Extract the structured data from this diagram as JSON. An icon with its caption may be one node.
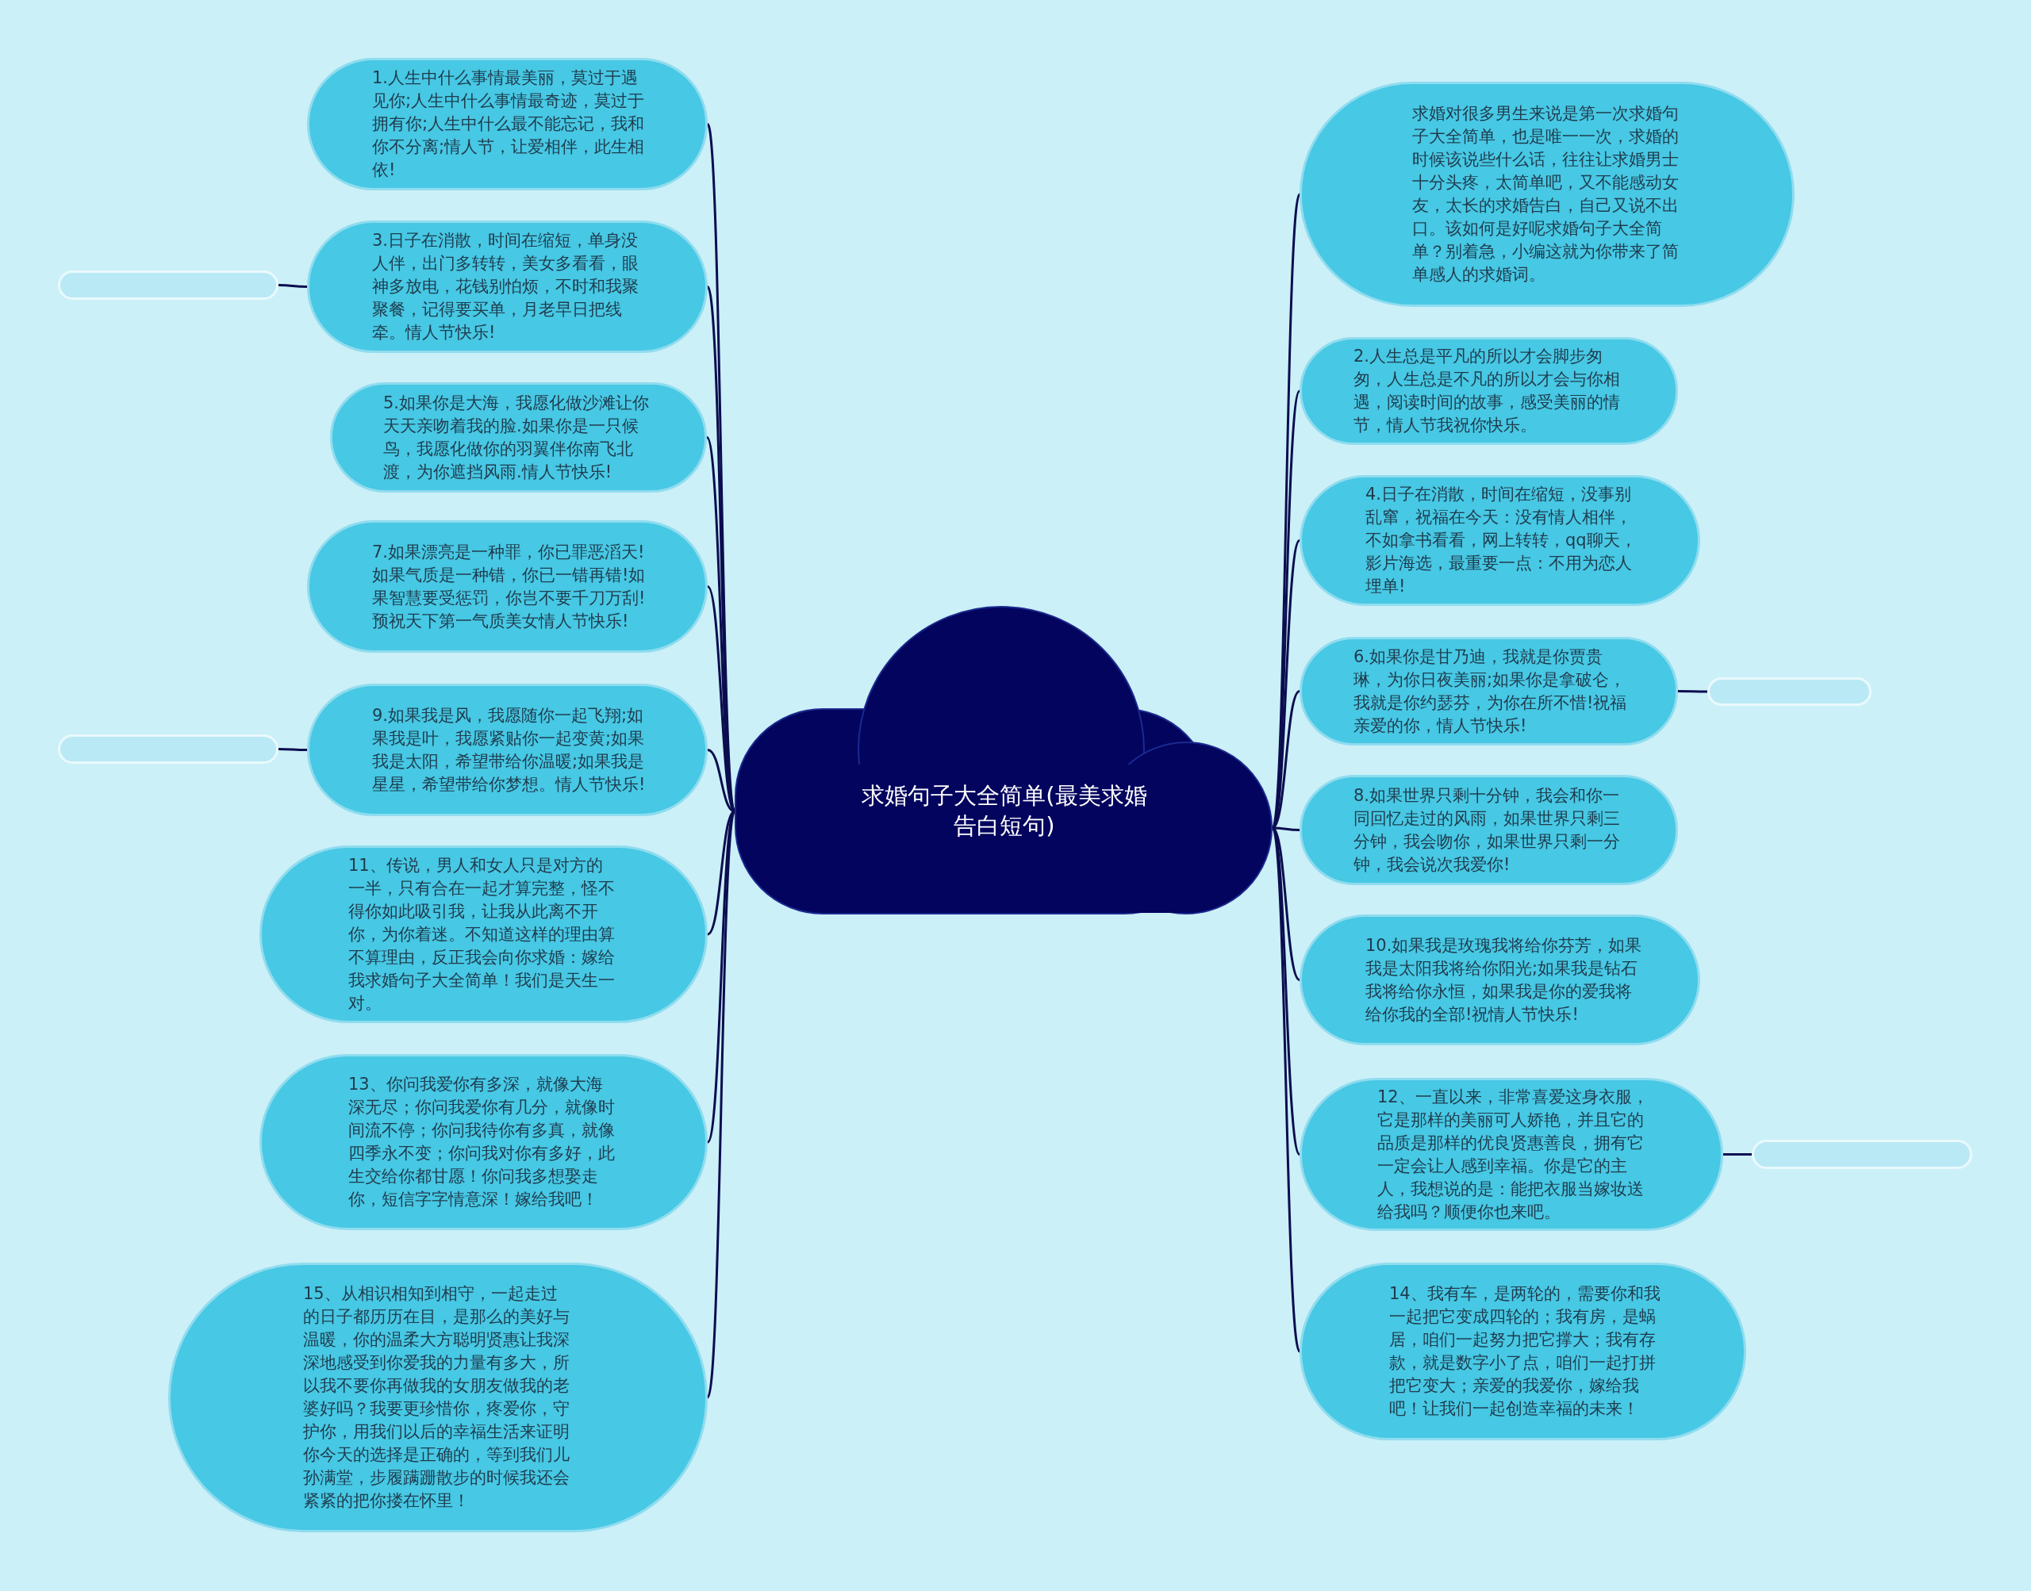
{
  "diagram": {
    "nodes": [
      {
        "text": [
          "求婚句子大全简单(最美求婚告白短句)"
        ]
      },
      {
        "text": [
          "1.人生中什么事情最美丽，莫过于遇见你;人生中什么事情最奇迹，莫过于拥有你;人生中什么最不能忘记，我和你不分离;情人节，让爱相伴，此生相依!"
        ]
      },
      {
        "text": [
          "3.日子在消散，时间在缩短，单身没人伴，出门多转转，美女多看看，眼神多放电，花钱别怕烦，不时和我聚聚餐，记得要买单，月老早日把线牵。情人节快乐!"
        ]
      },
      {
        "text": [],
        "shape": "box"
      },
      {
        "text": [
          "5.如果你是大海，我愿化做沙滩让你天天亲吻着我的脸.如果你是一只候鸟，我愿化做你的羽翼伴你南飞北渡，为你遮挡风雨.情人节快乐!"
        ]
      },
      {
        "text": [
          "7.如果漂亮是一种罪，你已罪恶滔天!如果气质是一种错，你已一错再错!如果智慧要受惩罚，你岂不要千刀万刮!预祝天下第一气质美女情人节快乐!"
        ]
      },
      {
        "text": [
          "9.如果我是风，我愿随你一起飞翔;如果我是叶，我愿紧贴你一起变黄;如果我是太阳，希望带给你温暖;如果我是星星，希望带给你梦想。情人节快乐!"
        ]
      },
      {
        "text": [],
        "shape": "box"
      },
      {
        "text": [
          "11、传说，男人和女人只是对方的一半，只有合在一起才算完整，怪不得你如此吸引我，让我从此离不开你，为你着迷。不知道这样的理由算不算理由，反正我会向你求婚：嫁给我求婚句子大全简单！我们是天生一对。"
        ]
      },
      {
        "text": [
          "13、你问我爱你有多深，就像大海深无尽；你问我爱你有几分，就像时间流不停；你问我待你有多真，就像四季永不变；你问我对你有多好，此生交给你都甘愿！你问我多想娶走你，短信字字情意深！嫁给我吧！"
        ]
      },
      {
        "text": [
          "15、从相识相知到相守，一起走过的日子都历历在目，是那么的美好与温暖，你的温柔大方聪明贤惠让我深深地感受到你爱我的力量有多大，所以我不要你再做我的女朋友做我的老婆好吗？我要更珍惜你，疼爱你，守护你，用我们以后的幸福生活来证明你今天的选择是正确的，等到我们儿孙满堂，步履蹒跚散步的时候我还会紧紧的把你搂在怀里！"
        ]
      },
      {
        "text": [
          "求婚对很多男生来说是第一次求婚句子大全简单，也是唯一一次，求婚的时候该说些什么话，往往让求婚男士十分头疼，太简单吧，又不能感动女友，太长的求婚告白，自己又说不出口。该如何是好呢求婚句子大全简单？别着急，小编这就为你带来了简单感人的求婚词。"
        ]
      },
      {
        "text": [
          "2.人生总是平凡的所以才会脚步匆匆，人生总是不凡的所以才会与你相遇，阅读时间的故事，感受美丽的情节，情人节我祝你快乐。"
        ]
      },
      {
        "text": [
          "4.日子在消散，时间在缩短，没事别乱窜，祝福在今天：没有情人相伴，不如拿书看看，网上转转，qq聊天，影片海选，最重要一点：不用为恋人埋单!"
        ]
      },
      {
        "text": [
          "6.如果你是甘乃迪，我就是你贾贵琳，为你日夜美丽;如果你是拿破仑，我就是你约瑟芬，为你在所不惜!祝福亲爱的你，情人节快乐!"
        ]
      },
      {
        "text": [],
        "shape": "box"
      },
      {
        "text": [
          "8.如果世界只剩十分钟，我会和你一同回忆走过的风雨，如果世界只剩三分钟，我会吻你，如果世界只剩一分钟，我会说次我爱你!"
        ]
      },
      {
        "text": [
          "10.如果我是玫瑰我将给你芬芳，如果我是太阳我将给你阳光;如果我是钻石我将给你永恒，如果我是你的爱我将给你我的全部!祝情人节快乐!"
        ]
      },
      {
        "text": [
          "12、一直以来，非常喜爱这身衣服，它是那样的美丽可人娇艳，并且它的品质是那样的优良贤惠善良，拥有它一定会让人感到幸福。你是它的主人，我想说的是：能把衣服当嫁妆送给我吗？顺便你也来吧。"
        ]
      },
      {
        "text": [],
        "shape": "box"
      },
      {
        "text": [
          "14、我有车，是两轮的，需要你和我一起把它变成四轮的；我有房，是蜗居，咱们一起努力把它撑大；我有存款，就是数字小了点，咱们一起打拼把它变大；亲爱的我爱你，嫁给我吧！让我们一起创造幸福的未来！"
        ]
      }
    ],
    "edges": [
      {
        "from": 0,
        "to": 1,
        "arrow": "none"
      },
      {
        "from": 0,
        "to": 2,
        "arrow": "none"
      },
      {
        "from": 2,
        "to": 3,
        "arrow": "none"
      },
      {
        "from": 0,
        "to": 4,
        "arrow": "none"
      },
      {
        "from": 0,
        "to": 5,
        "arrow": "none"
      },
      {
        "from": 0,
        "to": 6,
        "arrow": "none"
      },
      {
        "from": 6,
        "to": 7,
        "arrow": "none"
      },
      {
        "from": 0,
        "to": 8,
        "arrow": "none"
      },
      {
        "from": 0,
        "to": 9,
        "arrow": "none"
      },
      {
        "from": 0,
        "to": 10,
        "arrow": "none"
      },
      {
        "from": 0,
        "to": 11,
        "arrow": "none"
      },
      {
        "from": 0,
        "to": 12,
        "arrow": "none"
      },
      {
        "from": 0,
        "to": 13,
        "arrow": "none"
      },
      {
        "from": 0,
        "to": 14,
        "arrow": "none"
      },
      {
        "from": 14,
        "to": 15,
        "arrow": "none"
      },
      {
        "from": 0,
        "to": 16,
        "arrow": "none"
      },
      {
        "from": 0,
        "to": 17,
        "arrow": "none"
      },
      {
        "from": 0,
        "to": 18,
        "arrow": "none"
      },
      {
        "from": 18,
        "to": 19,
        "arrow": "none"
      },
      {
        "from": 0,
        "to": 20,
        "arrow": "none"
      }
    ]
  }
}
